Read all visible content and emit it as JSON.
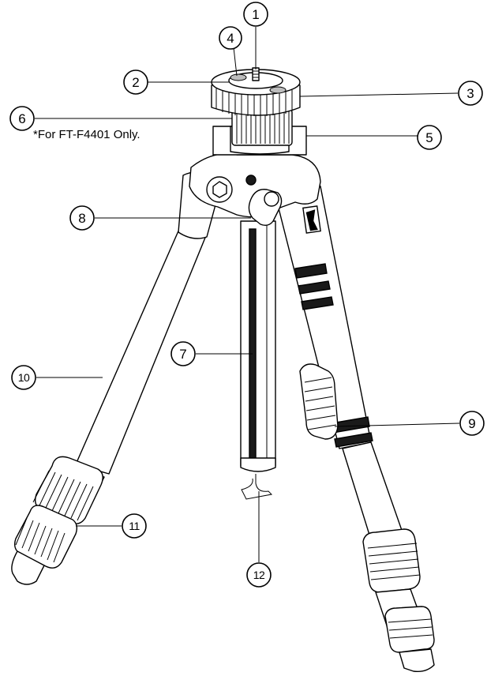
{
  "note": "*For FT-F4401 Only.",
  "callouts": [
    {
      "num": "1"
    },
    {
      "num": "2"
    },
    {
      "num": "3"
    },
    {
      "num": "4"
    },
    {
      "num": "5"
    },
    {
      "num": "6"
    },
    {
      "num": "7"
    },
    {
      "num": "8"
    },
    {
      "num": "9"
    },
    {
      "num": "10"
    },
    {
      "num": "11"
    },
    {
      "num": "12"
    }
  ],
  "badge_icon": "brand-logo-icon"
}
